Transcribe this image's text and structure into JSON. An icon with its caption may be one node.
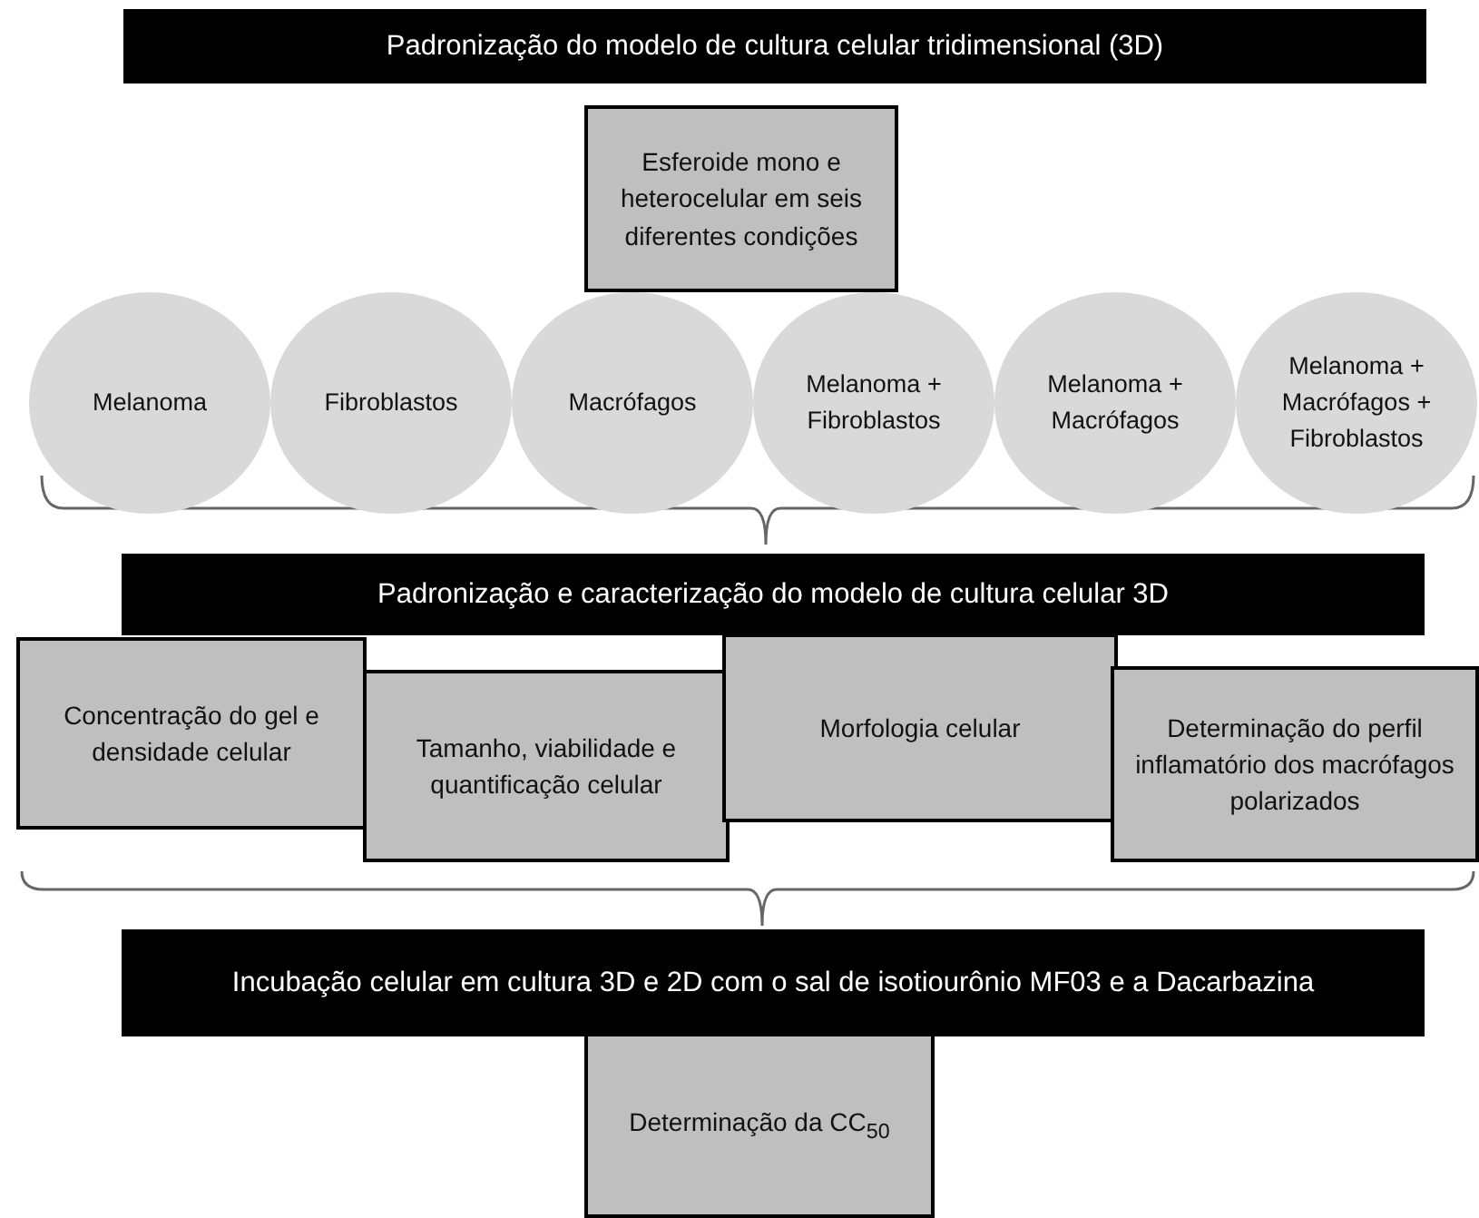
{
  "diagram": {
    "nodes": [
      {
        "text": [
          "Padronização do modelo de cultura celular tridimensional (3D)"
        ]
      },
      {
        "text": [
          "Esferoide mono e heterocelular em seis diferentes condições"
        ]
      },
      {
        "text": [
          "Melanoma"
        ]
      },
      {
        "text": [
          "Fibroblastos"
        ]
      },
      {
        "text": [
          "Macrófagos"
        ]
      },
      {
        "text": [
          "Melanoma + Fibroblastos"
        ]
      },
      {
        "text": [
          "Melanoma + Macrófagos"
        ]
      },
      {
        "text": [
          "Melanoma + Macrófagos + Fibroblastos"
        ]
      },
      {
        "text": [
          "Padronização e caracterização do modelo de cultura celular 3D"
        ]
      },
      {
        "text": [
          "Concentração do gel e densidade celular"
        ]
      },
      {
        "text": [
          "Tamanho, viabilidade e quantificação celular"
        ]
      },
      {
        "text": [
          "Morfologia celular"
        ]
      },
      {
        "text": [
          "Determinação do perfil inflamatório dos macrófagos polarizados"
        ]
      },
      {
        "text": [
          "Incubação celular em cultura 3D e 2D com o sal de isotiourônio MF03 e a Dacarbazina"
        ]
      },
      {
        "text": [
          "Determinação da CC$_{50}$"
        ]
      }
    ]
  }
}
